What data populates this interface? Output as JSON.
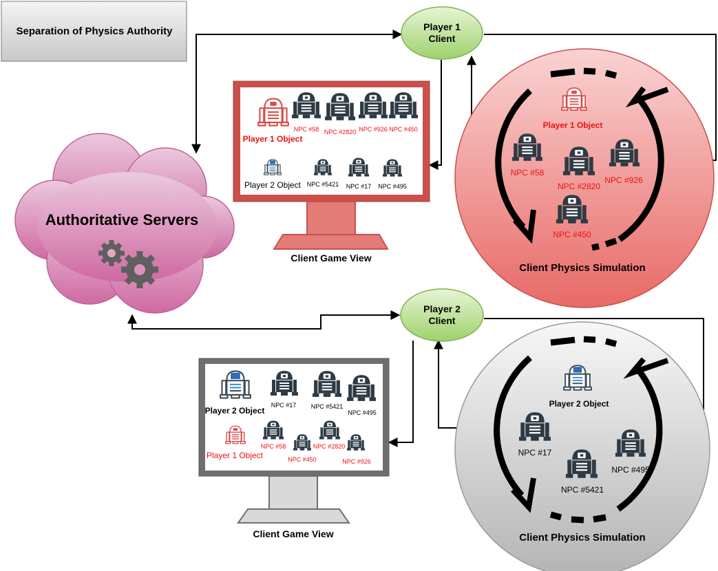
{
  "title": "Separation of Physics Authority",
  "server": {
    "label": "Authoritative Servers",
    "icon": "gears-icon"
  },
  "p1": {
    "client_line1": "Player 1",
    "client_line2": "Client",
    "view_label": "Client Game View",
    "sim_label": "Client Physics Simulation",
    "view": {
      "own": "Player 1 Object",
      "own_npcs": [
        "NPC #58",
        "NPC #2820",
        "NPC #926",
        "NPC #450"
      ],
      "other": "Player 2 Object",
      "other_npcs": [
        "NPC #5421",
        "NPC #17",
        "NPC #495"
      ]
    },
    "sim": {
      "own": "Player 1 Object",
      "npcs": [
        "NPC #58",
        "NPC #2820",
        "NPC #926",
        "NPC #450"
      ]
    }
  },
  "p2": {
    "client_line1": "Player 2",
    "client_line2": "Client",
    "view_label": "Client Game View",
    "sim_label": "Client Physics Simulation",
    "view": {
      "own": "Player 2 Object",
      "own_npcs": [
        "NPC #17",
        "NPC #5421",
        "NPC #495"
      ],
      "other": "Player 1 Object",
      "other_npcs": [
        "NPC #58",
        "NPC #450",
        "NPC #2820",
        "NPC #926"
      ]
    },
    "sim": {
      "own": "Player 2 Object",
      "npcs": [
        "NPC #17",
        "NPC #5421",
        "NPC #495"
      ]
    }
  },
  "colors": {
    "cloud": "#d36fa6",
    "client_fill": "#b9e08f",
    "p1_monitor": "#c9504b",
    "p2_monitor": "#6f6f6f",
    "p1_sim": "#ec7d7a",
    "p2_sim": "#c4c4c4",
    "red_text": "#ee1111",
    "robot_dark": "#2e3b45"
  }
}
